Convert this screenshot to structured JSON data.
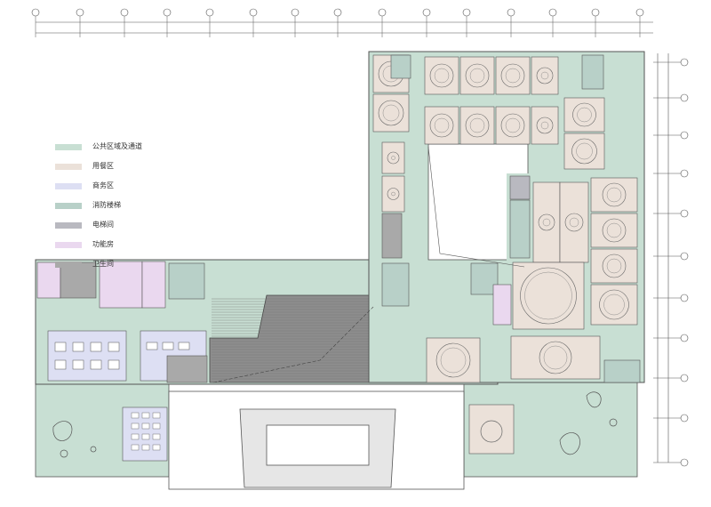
{
  "legend": {
    "items": [
      {
        "label": "公共区域及通道",
        "color": "#c8dfd3"
      },
      {
        "label": "用餐区",
        "color": "#ebe1d9"
      },
      {
        "label": "商务区",
        "color": "#dddff3"
      },
      {
        "label": "消防楼梯",
        "color": "#b8d0c8"
      },
      {
        "label": "电梯间",
        "color": "#b9b9c0"
      },
      {
        "label": "功能房",
        "color": "#ead8ef"
      },
      {
        "label": "卫生间",
        "color": "#a9a9a9"
      }
    ]
  },
  "colors": {
    "public": "#c8dfd3",
    "dining": "#ebe1d9",
    "business": "#dddff3",
    "stair": "#b8d0c8",
    "elevator": "#b9b9c0",
    "function": "#ead8ef",
    "toilet": "#a9a9a9",
    "wall": "#555555",
    "hall": "#8e8e8e"
  }
}
